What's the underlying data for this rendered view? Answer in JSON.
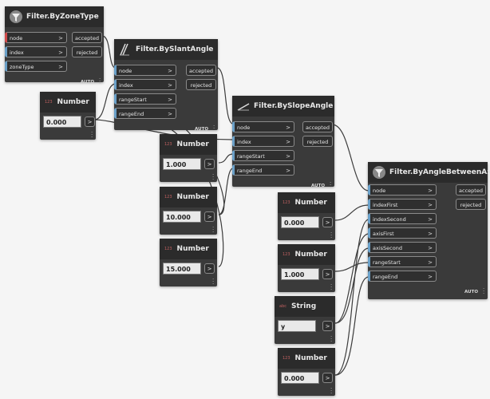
{
  "nodes": {
    "zone_type": {
      "title": "Filter.ByZoneType",
      "inputs": [
        "node",
        "index",
        "zoneType"
      ],
      "outputs": [
        "accepted",
        "rejected"
      ],
      "footer": "AUTO"
    },
    "slant_angle": {
      "title": "Filter.BySlantAngle",
      "inputs": [
        "node",
        "index",
        "rangeStart",
        "rangeEnd"
      ],
      "outputs": [
        "accepted",
        "rejected"
      ],
      "footer": "AUTO"
    },
    "slope_angle": {
      "title": "Filter.BySlopeAngle",
      "inputs": [
        "node",
        "index",
        "rangeStart",
        "rangeEnd"
      ],
      "outputs": [
        "accepted",
        "rejected"
      ],
      "footer": "AUTO"
    },
    "angle_between_axes": {
      "title": "Filter.ByAngleBetweenAxes",
      "inputs": [
        "node",
        "indexFirst",
        "indexSecond",
        "axisFirst",
        "axisSecond",
        "rangeStart",
        "rangeEnd"
      ],
      "outputs": [
        "accepted",
        "rejected"
      ],
      "footer": "AUTO"
    },
    "num1": {
      "tag": "123",
      "title": "Number",
      "value": "0.000",
      "out": ">"
    },
    "num2": {
      "tag": "123",
      "title": "Number",
      "value": "1.000",
      "out": ">"
    },
    "num3": {
      "tag": "123",
      "title": "Number",
      "value": "10.000",
      "out": ">"
    },
    "num4": {
      "tag": "123",
      "title": "Number",
      "value": "15.000",
      "out": ">"
    },
    "num5": {
      "tag": "123",
      "title": "Number",
      "value": "0.000",
      "out": ">"
    },
    "num6": {
      "tag": "123",
      "title": "Number",
      "value": "1.000",
      "out": ">"
    },
    "str1": {
      "tag": "abc",
      "title": "String",
      "value": "y",
      "out": ">"
    },
    "num7": {
      "tag": "123",
      "title": "Number",
      "value": "0.000",
      "out": ">"
    }
  },
  "colors": {
    "canvas": "#f5f5f5",
    "node_body": "#3a3a3a",
    "node_header": "#2b2b2b",
    "wire": "#3c3c3c",
    "connected_port": "#6aa0c8",
    "required_port": "#d04a4a"
  },
  "icons": {
    "filter_node": "filter-funnel-icon",
    "slant_node": "slant-angle-icon",
    "slope_node": "slope-angle-icon",
    "number_node": "number-input-icon",
    "string_node": "string-input-icon"
  }
}
